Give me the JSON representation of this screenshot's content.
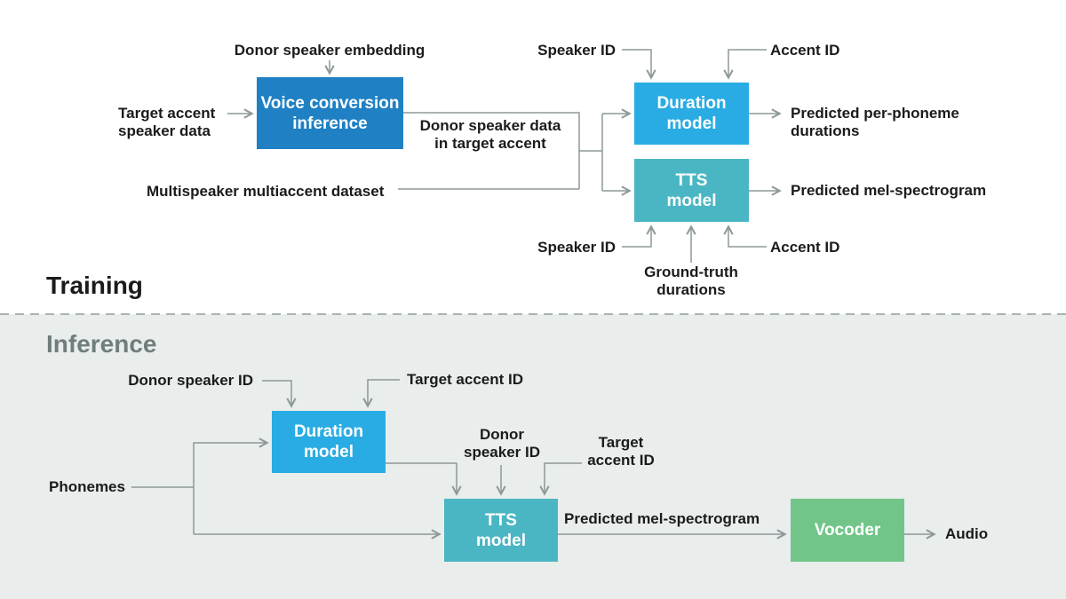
{
  "colors": {
    "voice_conversion_blue": "#1F80C3",
    "duration_model_blue": "#29ACE3",
    "tts_model_teal": "#4BB6C3",
    "vocoder_green": "#72C589",
    "connector_gray": "#8D9899",
    "inference_background": "#E9EDEC",
    "inference_heading_gray": "#6F7E7D",
    "text_black": "#1B1B1B"
  },
  "training": {
    "heading": "Training",
    "boxes": {
      "voice_conversion": "Voice conversion\ninference",
      "duration_model": "Duration\nmodel",
      "tts_model": "TTS\nmodel"
    },
    "labels": {
      "donor_speaker_embedding": "Donor speaker embedding",
      "target_accent_speaker_data": "Target accent\nspeaker data",
      "speaker_id_top": "Speaker ID",
      "accent_id_top": "Accent ID",
      "multispeaker_dataset": "Multispeaker multiaccent dataset",
      "donor_speaker_data": "Donor speaker data\nin target accent",
      "predicted_per_phoneme": "Predicted per-phoneme\ndurations",
      "predicted_mel": "Predicted mel-spectrogram",
      "speaker_id_bottom": "Speaker ID",
      "ground_truth_durations": "Ground-truth\ndurations",
      "accent_id_bottom": "Accent ID"
    }
  },
  "inference": {
    "heading": "Inference",
    "boxes": {
      "duration_model": "Duration\nmodel",
      "tts_model": "TTS\nmodel",
      "vocoder": "Vocoder"
    },
    "labels": {
      "donor_speaker_id_duration": "Donor speaker ID",
      "target_accent_id_duration": "Target accent ID",
      "phonemes": "Phonemes",
      "donor_speaker_id_tts": "Donor\nspeaker ID",
      "target_accent_id_tts": "Target\naccent ID",
      "predicted_mel": "Predicted mel-spectrogram",
      "audio": "Audio"
    }
  }
}
